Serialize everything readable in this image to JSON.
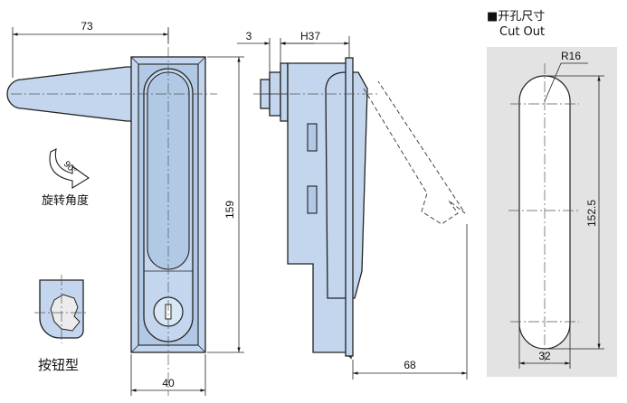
{
  "front_view": {
    "dim_top_width": "73",
    "dim_height": "159",
    "dim_bottom_width": "40"
  },
  "rotation": {
    "angle": "90°",
    "caption": "旋转角度"
  },
  "button_type": {
    "caption": "按钮型"
  },
  "side_view": {
    "dim_offset": "3",
    "dim_h": "H37",
    "dim_reach": "68"
  },
  "cutout": {
    "title_cn": "■开孔尺寸",
    "title_en": "Cut Out",
    "radius": "R16",
    "height": "152.5",
    "width": "32"
  },
  "colors": {
    "body_fill": "#c3d6ee",
    "cutout_panel": "#e3e3e3"
  }
}
